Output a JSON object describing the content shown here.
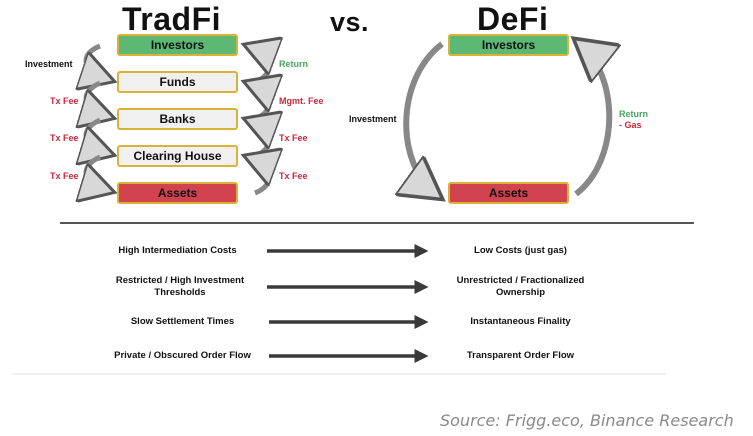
{
  "titles": {
    "tradfi": "TradFi",
    "vs": "vs.",
    "defi": "DeFi"
  },
  "tradfi": {
    "boxes": [
      "Investors",
      "Funds",
      "Banks",
      "Clearing House",
      "Assets"
    ],
    "left_labels": [
      "Investment",
      "Tx Fee",
      "Tx Fee",
      "Tx Fee"
    ],
    "right_labels": [
      "Return",
      "Mgmt. Fee",
      "Tx Fee",
      "Tx Fee"
    ]
  },
  "defi": {
    "boxes": [
      "Investors",
      "Assets"
    ],
    "investment_label": "Investment",
    "return_label": "Return",
    "gas_label": "- Gas"
  },
  "comparison": [
    {
      "left": "High Intermediation Costs",
      "right": "Low Costs (just gas)"
    },
    {
      "left": "Restricted / High Investment Thresholds",
      "right": "Unrestricted / Fractionalized Ownership"
    },
    {
      "left": "Slow Settlement Times",
      "right": "Instantaneous Finality"
    },
    {
      "left": "Private / Obscured Order Flow",
      "right": "Transparent Order Flow"
    }
  ],
  "source": "Source: Frigg.eco, Binance Research",
  "colors": {
    "green": "#5cb872",
    "red": "#d0434f",
    "gray": "#f0f0f0",
    "border": "#d9b23a",
    "fee": "#c8283c",
    "return": "#47a462"
  }
}
